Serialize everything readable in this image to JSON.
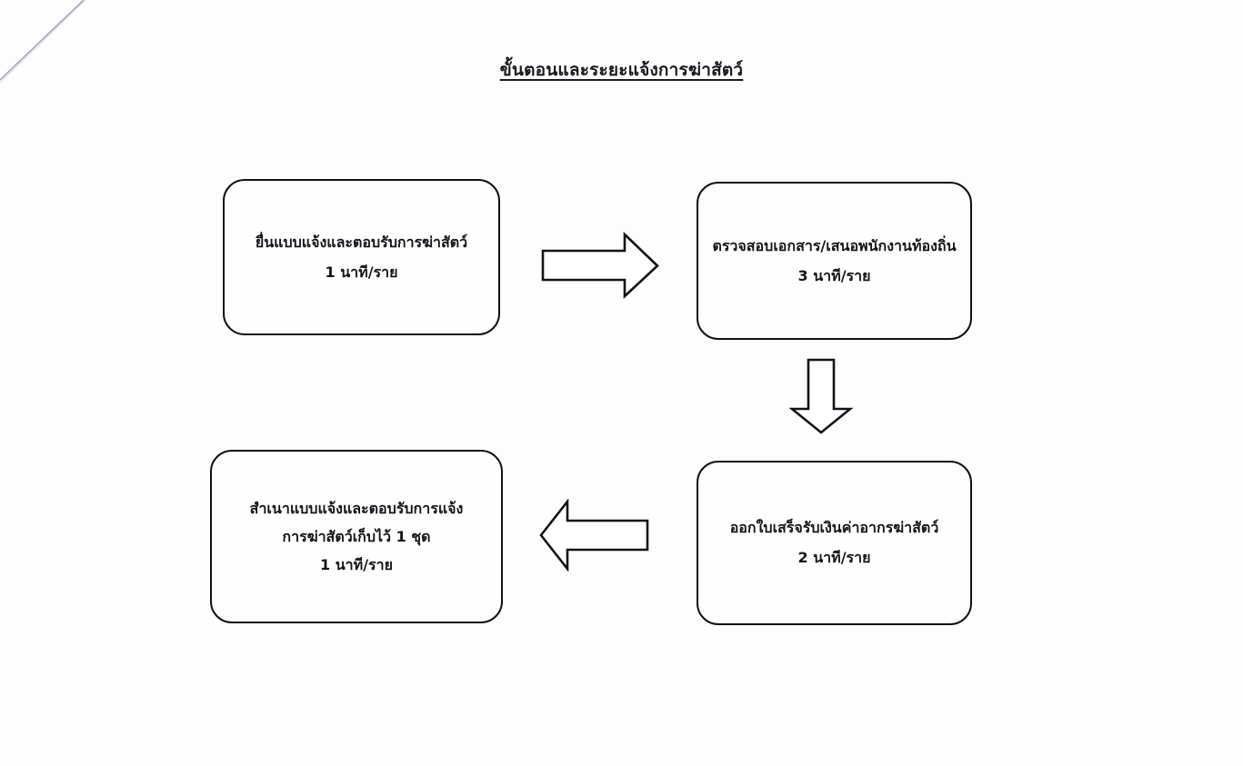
{
  "document": {
    "title": "ขั้นตอนและระยะแจ้งการฆ่าสัตว์"
  },
  "flowchart": {
    "type": "process-flow",
    "steps": [
      {
        "id": "submit",
        "name": "ยื่นแบบแจ้งและตอบรับการฆ่าสัตว์",
        "lines": [
          "ยื่นแบบแจ้งและตอบรับการฆ่าสัตว์",
          "1 นาที/ราย"
        ],
        "duration": "1 นาที/ราย"
      },
      {
        "id": "verify",
        "name": "ตรวจสอบเอกสาร/เสนอพนักงานท้องถิ่น",
        "lines": [
          "ตรวจสอบเอกสาร/เสนอพนักงานท้องถิ่น",
          "3 นาที/ราย"
        ],
        "duration": "3 นาที/ราย"
      },
      {
        "id": "receipt",
        "name": "ออกใบเสร็จรับเงินค่าอากรฆ่าสัตว์",
        "lines": [
          "ออกใบเสร็จรับเงินค่าอากรฆ่าสัตว์",
          "2 นาที/ราย"
        ],
        "duration": "2 นาที/ราย"
      },
      {
        "id": "copy",
        "name": "สำเนาแบบแจ้งและตอบรับการแจ้งการฆ่าสัตว์เก็บไว้ 1 ชุด",
        "lines": [
          "สำเนาแบบแจ้งและตอบรับการแจ้ง",
          "การฆ่าสัตว์เก็บไว้ 1 ชุด",
          "1 นาที/ราย"
        ],
        "duration": "1 นาที/ราย"
      }
    ],
    "connectors": [
      {
        "id": "submit-to-verify",
        "direction": "right",
        "from": "submit",
        "to": "verify"
      },
      {
        "id": "verify-to-receipt",
        "direction": "down",
        "from": "verify",
        "to": "receipt"
      },
      {
        "id": "receipt-to-copy",
        "direction": "left",
        "from": "receipt",
        "to": "copy"
      }
    ]
  },
  "colors": {
    "page_background": "#fdfdfe",
    "box_border": "#111116",
    "box_fill": "#fefefe",
    "text": "#15151a",
    "arrow_stroke": "#121218",
    "arrow_fill": "#ffffff"
  }
}
